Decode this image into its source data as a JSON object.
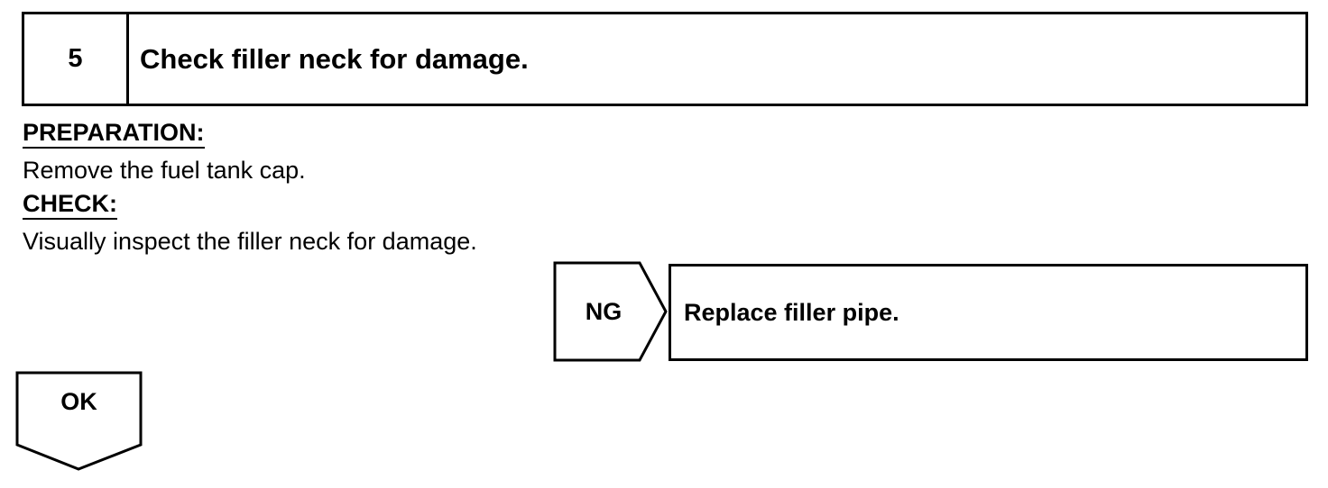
{
  "step": {
    "number": "5",
    "title": "Check filler neck for damage."
  },
  "preparation": {
    "heading": "PREPARATION:",
    "text": "Remove the fuel tank cap."
  },
  "check": {
    "heading": "CHECK:",
    "text": "Visually inspect the filler neck for damage."
  },
  "ng_branch": {
    "label": "NG",
    "result": "Replace filler pipe."
  },
  "ok_branch": {
    "label": "OK"
  }
}
